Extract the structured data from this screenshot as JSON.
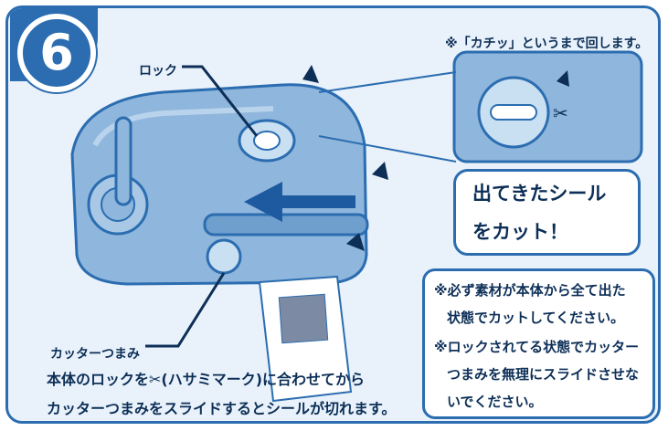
{
  "step": {
    "number": "6"
  },
  "notes": {
    "rotate_note": "※「カチッ」というまで回します。"
  },
  "labels": {
    "lock": "ロック",
    "cutter_knob": "カッターつまみ"
  },
  "callout": {
    "line1": "出てきたシール",
    "line2": "をカット！"
  },
  "cautions": {
    "line1": "※必ず素材が本体から全て出た",
    "line2": "状態でカットしてください。",
    "line3": "※ロックされてる状態でカッター",
    "line4": "つまみを無理にスライドさせな",
    "line5": "いでください。"
  },
  "instructions": {
    "line1": "本体のロックを✂(ハサミマーク)に合わせてから",
    "line2": "カッターつまみをスライドするとシールが切れます。"
  },
  "colors": {
    "frame_blue": "#2b6db0",
    "body_blue": "#8fb6dc",
    "text_navy": "#0d2f57",
    "background": "#e9f2fb"
  }
}
